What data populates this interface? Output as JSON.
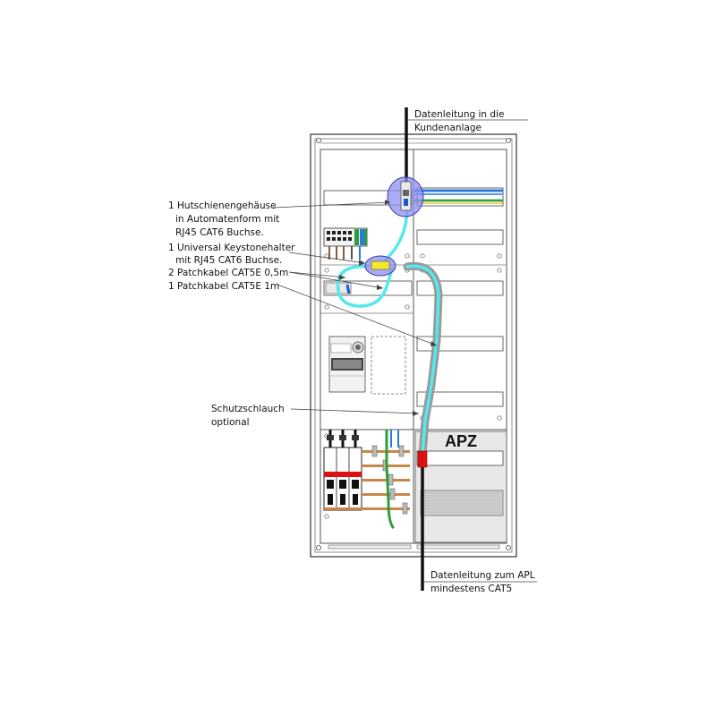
{
  "labels": {
    "top_line1": "Datenleitung in die",
    "top_line2": "Kundenanlage",
    "hut_line1": "1 Hutschienengehäuse",
    "hut_line2": "in Automatenform mit",
    "hut_line3": "RJ45 CAT6 Buchse.",
    "key_line1": "1 Universal Keystonehalter",
    "key_line2": "mit RJ45 CAT6 Buchse.",
    "patch_short": "2 Patchkabel CAT5E 0,5m",
    "patch_long": "1 Patchkabel CAT5E 1m",
    "schutz_line1": "Schutzschlauch",
    "schutz_line2": "optional",
    "apz": "APZ",
    "apl_line1": "Datenleitung zum APL",
    "apl_line2": "mindestens CAT5"
  },
  "colors": {
    "patch_cable": "#55e8ee",
    "highlight_ellipse": "#8f8ff0",
    "keystone": "#f4e82a",
    "connector_red": "#dd1111",
    "busbar_copper": "#c8884a",
    "earth_green": "#2e9e3a",
    "neutral_blue": "#2a7ad8"
  }
}
